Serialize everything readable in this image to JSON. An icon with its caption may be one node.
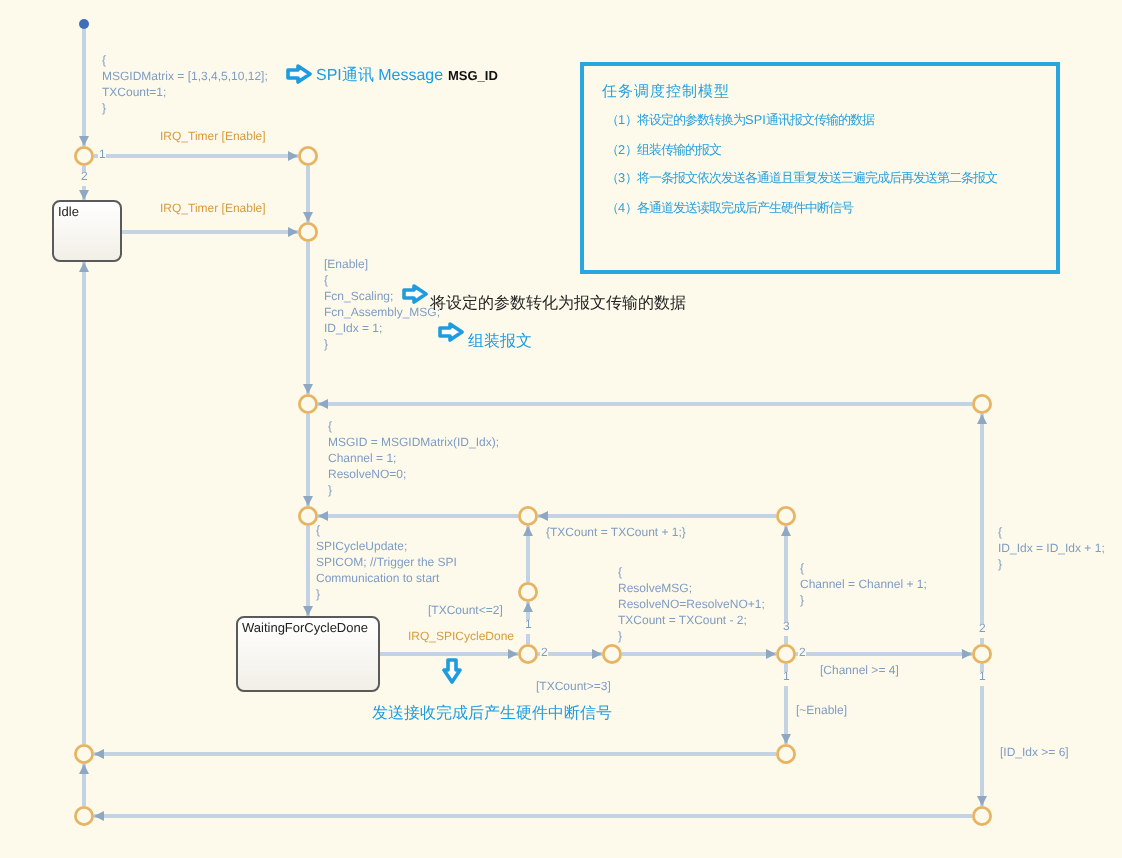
{
  "diagram": {
    "nodes": [
      {
        "text": [
          "任务调度控制模型",
          "（1）将设定的参数转换为SPI通讯报文传输的数据",
          "（2）组装传输的报文",
          "（3）将一条报文依次发送各通道且重复发送三遍完成后再发送第二条报文",
          "（4）各通道发送读取完成后产生硬件中断信号"
        ]
      },
      {
        "text": [],
        "shape": "circle"
      },
      {
        "text": [],
        "shape": "circle"
      },
      {
        "text": [
          "Idle"
        ]
      },
      {
        "text": [],
        "shape": "circle"
      },
      {
        "text": [],
        "shape": "circle"
      },
      {
        "text": [],
        "shape": "circle"
      },
      {
        "text": [],
        "shape": "circle"
      },
      {
        "text": [],
        "shape": "circle"
      },
      {
        "text": [],
        "shape": "circle"
      },
      {
        "text": [],
        "shape": "circle"
      },
      {
        "text": [
          "WaitingForCycleDone"
        ]
      },
      {
        "text": [],
        "shape": "circle"
      },
      {
        "text": [],
        "shape": "circle"
      },
      {
        "text": [],
        "shape": "circle"
      },
      {
        "text": [],
        "shape": "circle"
      },
      {
        "text": [],
        "shape": "circle"
      },
      {
        "text": [],
        "shape": "circle"
      },
      {
        "text": [],
        "shape": "circle"
      },
      {
        "text": [],
        "shape": "circle"
      }
    ],
    "edges": [
      {
        "from": null,
        "to": 1,
        "arrow": "to",
        "label": "{ MSGIDMatrix = [1,3,4,5,10,12]; TXCount=1; }"
      },
      {
        "from": 1,
        "to": 2,
        "arrow": "to",
        "label": "IRQ_Timer [Enable]"
      },
      {
        "from": 1,
        "to": 3,
        "arrow": "to"
      },
      {
        "from": 3,
        "to": 4,
        "arrow": "to",
        "label": "IRQ_Timer [Enable]"
      },
      {
        "from": 2,
        "to": 4,
        "arrow": "to"
      },
      {
        "from": 4,
        "to": 5,
        "arrow": "to",
        "label": "[Enable] { Fcn_Scaling; Fcn_Assembly_MSG; ID_Idx = 1; }"
      },
      {
        "from": 5,
        "to": 7,
        "arrow": "to",
        "label": "{ MSGID = MSGIDMatrix(ID_Idx); Channel = 1; ResolveNO=0; }"
      },
      {
        "from": 7,
        "to": 11,
        "arrow": "to",
        "label": "{ SPICycleUpdate; SPICOM; //Trigger the SPI Communication to start }"
      },
      {
        "from": 12,
        "to": 10,
        "arrow": "to",
        "label": "[TXCount<=2]"
      },
      {
        "from": 10,
        "to": 8,
        "arrow": "to",
        "label": "{TXCount = TXCount + 1;}"
      },
      {
        "from": 8,
        "to": 7,
        "arrow": "to"
      },
      {
        "from": 11,
        "to": 12,
        "arrow": "to",
        "label": "IRQ_SPICycleDone"
      },
      {
        "from": 12,
        "to": 13,
        "arrow": "to",
        "label": "[TXCount>=3]"
      },
      {
        "from": 13,
        "to": 14,
        "arrow": "to",
        "label": "{ ResolveMSG; ResolveNO=ResolveNO+1; TXCount = TXCount - 2; }"
      },
      {
        "from": 14,
        "to": 9,
        "arrow": "to",
        "label": "{ Channel = Channel + 1; }"
      },
      {
        "from": 9,
        "to": 8,
        "arrow": "to"
      },
      {
        "from": 14,
        "to": 15,
        "arrow": "to",
        "label": "[Channel >= 4]"
      },
      {
        "from": 15,
        "to": 6,
        "arrow": "to",
        "label": "{ ID_Idx = ID_Idx + 1; }"
      },
      {
        "from": 6,
        "to": 5,
        "arrow": "to"
      },
      {
        "from": 14,
        "to": 16,
        "arrow": "to",
        "label": "[~Enable]"
      },
      {
        "from": 16,
        "to": 17,
        "arrow": "to"
      },
      {
        "from": 15,
        "to": 19,
        "arrow": "to",
        "label": "[ID_Idx >= 6]"
      },
      {
        "from": 19,
        "to": 18,
        "arrow": "to"
      },
      {
        "from": 18,
        "to": 17,
        "arrow": "to"
      },
      {
        "from": 17,
        "to": 3,
        "arrow": "to"
      }
    ],
    "labels": [
      "SPI通讯 Message",
      "MSG_ID",
      "1",
      "2",
      "将设定的参数转化为报文传输的数据",
      "组装报文",
      "1",
      "3",
      "2",
      "2",
      "2",
      "1",
      "1",
      "发送接收完成后产生硬件中断信号"
    ]
  }
}
